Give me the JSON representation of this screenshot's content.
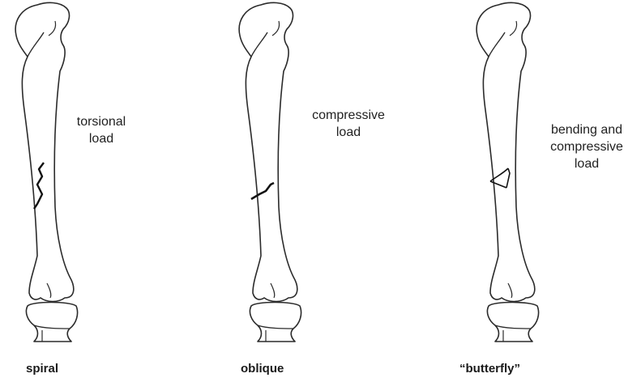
{
  "colors": {
    "outline": "#2b2b2b",
    "fracture": "#111111",
    "background": "#ffffff"
  },
  "panels": [
    {
      "fracture_type": "spiral",
      "load_lines": [
        "torsional",
        "load"
      ]
    },
    {
      "fracture_type": "oblique",
      "load_lines": [
        "compressive",
        "load"
      ]
    },
    {
      "fracture_type": "“butterfly”",
      "load_lines": [
        "bending and",
        "compressive",
        "load"
      ]
    }
  ]
}
